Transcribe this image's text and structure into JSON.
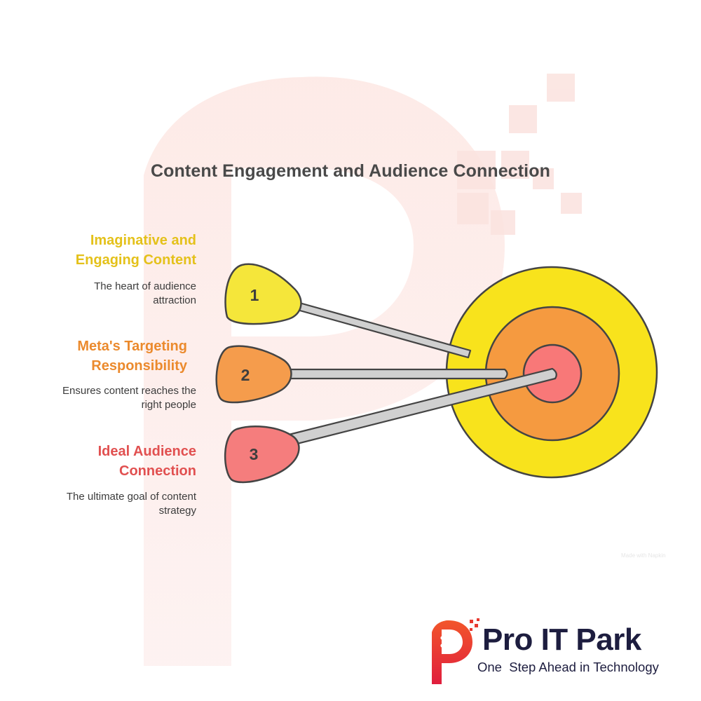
{
  "title": "Content Engagement and Audience Connection",
  "items": [
    {
      "number": "1",
      "title_line1": "Imaginative and",
      "title_line2": "Engaging Content",
      "desc_line1": "The heart of audience",
      "desc_line2": "attraction",
      "color": "#f5e63a"
    },
    {
      "number": "2",
      "title_line1": "Meta's Targeting",
      "title_line2": "Responsibility",
      "desc_line1": "Ensures content reaches the",
      "desc_line2": "right people",
      "color": "#f59c4c"
    },
    {
      "number": "3",
      "title_line1": "Ideal Audience",
      "title_line2": "Connection",
      "desc_line1": "The ultimate goal of content",
      "desc_line2": "strategy",
      "color": "#f57d7d"
    }
  ],
  "target": {
    "outer_color": "#f8e31c",
    "middle_color": "#f59a40",
    "inner_color": "#f87878"
  },
  "credit": "Made with Napkin",
  "logo": {
    "name": "Pro IT Park",
    "tagline": "One  Step Ahead in Technology"
  }
}
